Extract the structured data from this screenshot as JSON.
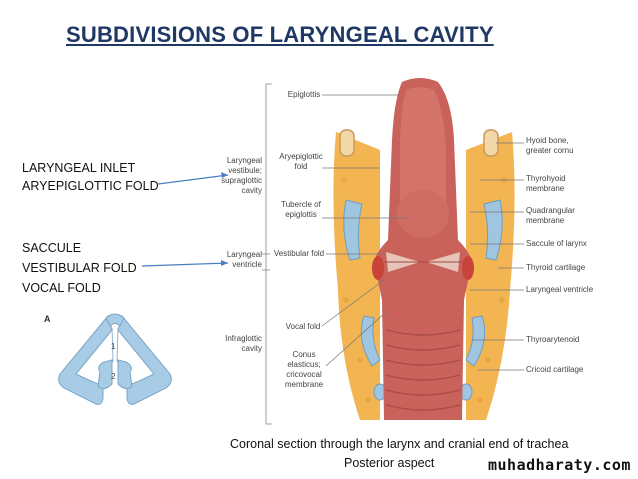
{
  "title": "SUBDIVISIONS OF LARYNGEAL CAVITY",
  "left_labels": {
    "group1": [
      "LARYNGEAL INLET",
      "ARYEPIGLOTTIC FOLD"
    ],
    "group2": [
      "SACCULE",
      "VESTIBULAR FOLD",
      "VOCAL FOLD"
    ]
  },
  "figure_a": {
    "letter": "A",
    "num1": "1",
    "num2": "2"
  },
  "regions": {
    "vestibule": [
      "Laryngeal",
      "vestibule;",
      "supraglottic",
      "cavity"
    ],
    "ventricle": [
      "Laryngeal",
      "ventricle"
    ],
    "infraglottic": [
      "Infraglottic",
      "cavity"
    ]
  },
  "inner_labels": {
    "epiglottis": "Epiglottis",
    "aryepiglottic": [
      "Aryepiglottic",
      "fold"
    ],
    "tubercle": [
      "Tubercle of",
      "epiglottis"
    ],
    "vestibular_fold": "Vestibular fold",
    "vocal_fold": "Vocal fold",
    "conus": [
      "Conus",
      "elasticus;",
      "cricovocal",
      "membrane"
    ]
  },
  "right_labels": {
    "hyoid": [
      "Hyoid bone,",
      "greater cornu"
    ],
    "thyrohyoid": [
      "Thyrohyoid",
      "membrane"
    ],
    "quadrangular": [
      "Quadrangular",
      "membrane"
    ],
    "saccule": "Saccule of larynx",
    "thyroid": "Thyroid cartilage",
    "ventricle": "Laryngeal ventricle",
    "thyroarytenoid": "Thyroarytenoid",
    "cricoid": "Cricoid cartilage"
  },
  "caption": {
    "line1": "Coronal section through the larynx and cranial end of trachea",
    "line2": "Posterior aspect"
  },
  "watermark": "muhadharaty.com",
  "colors": {
    "title": "#1f3864",
    "arrow": "#4a7fc1",
    "tissue": "#c8625a",
    "fat": "#f2b552",
    "cartilage": "#9fc5e0"
  }
}
